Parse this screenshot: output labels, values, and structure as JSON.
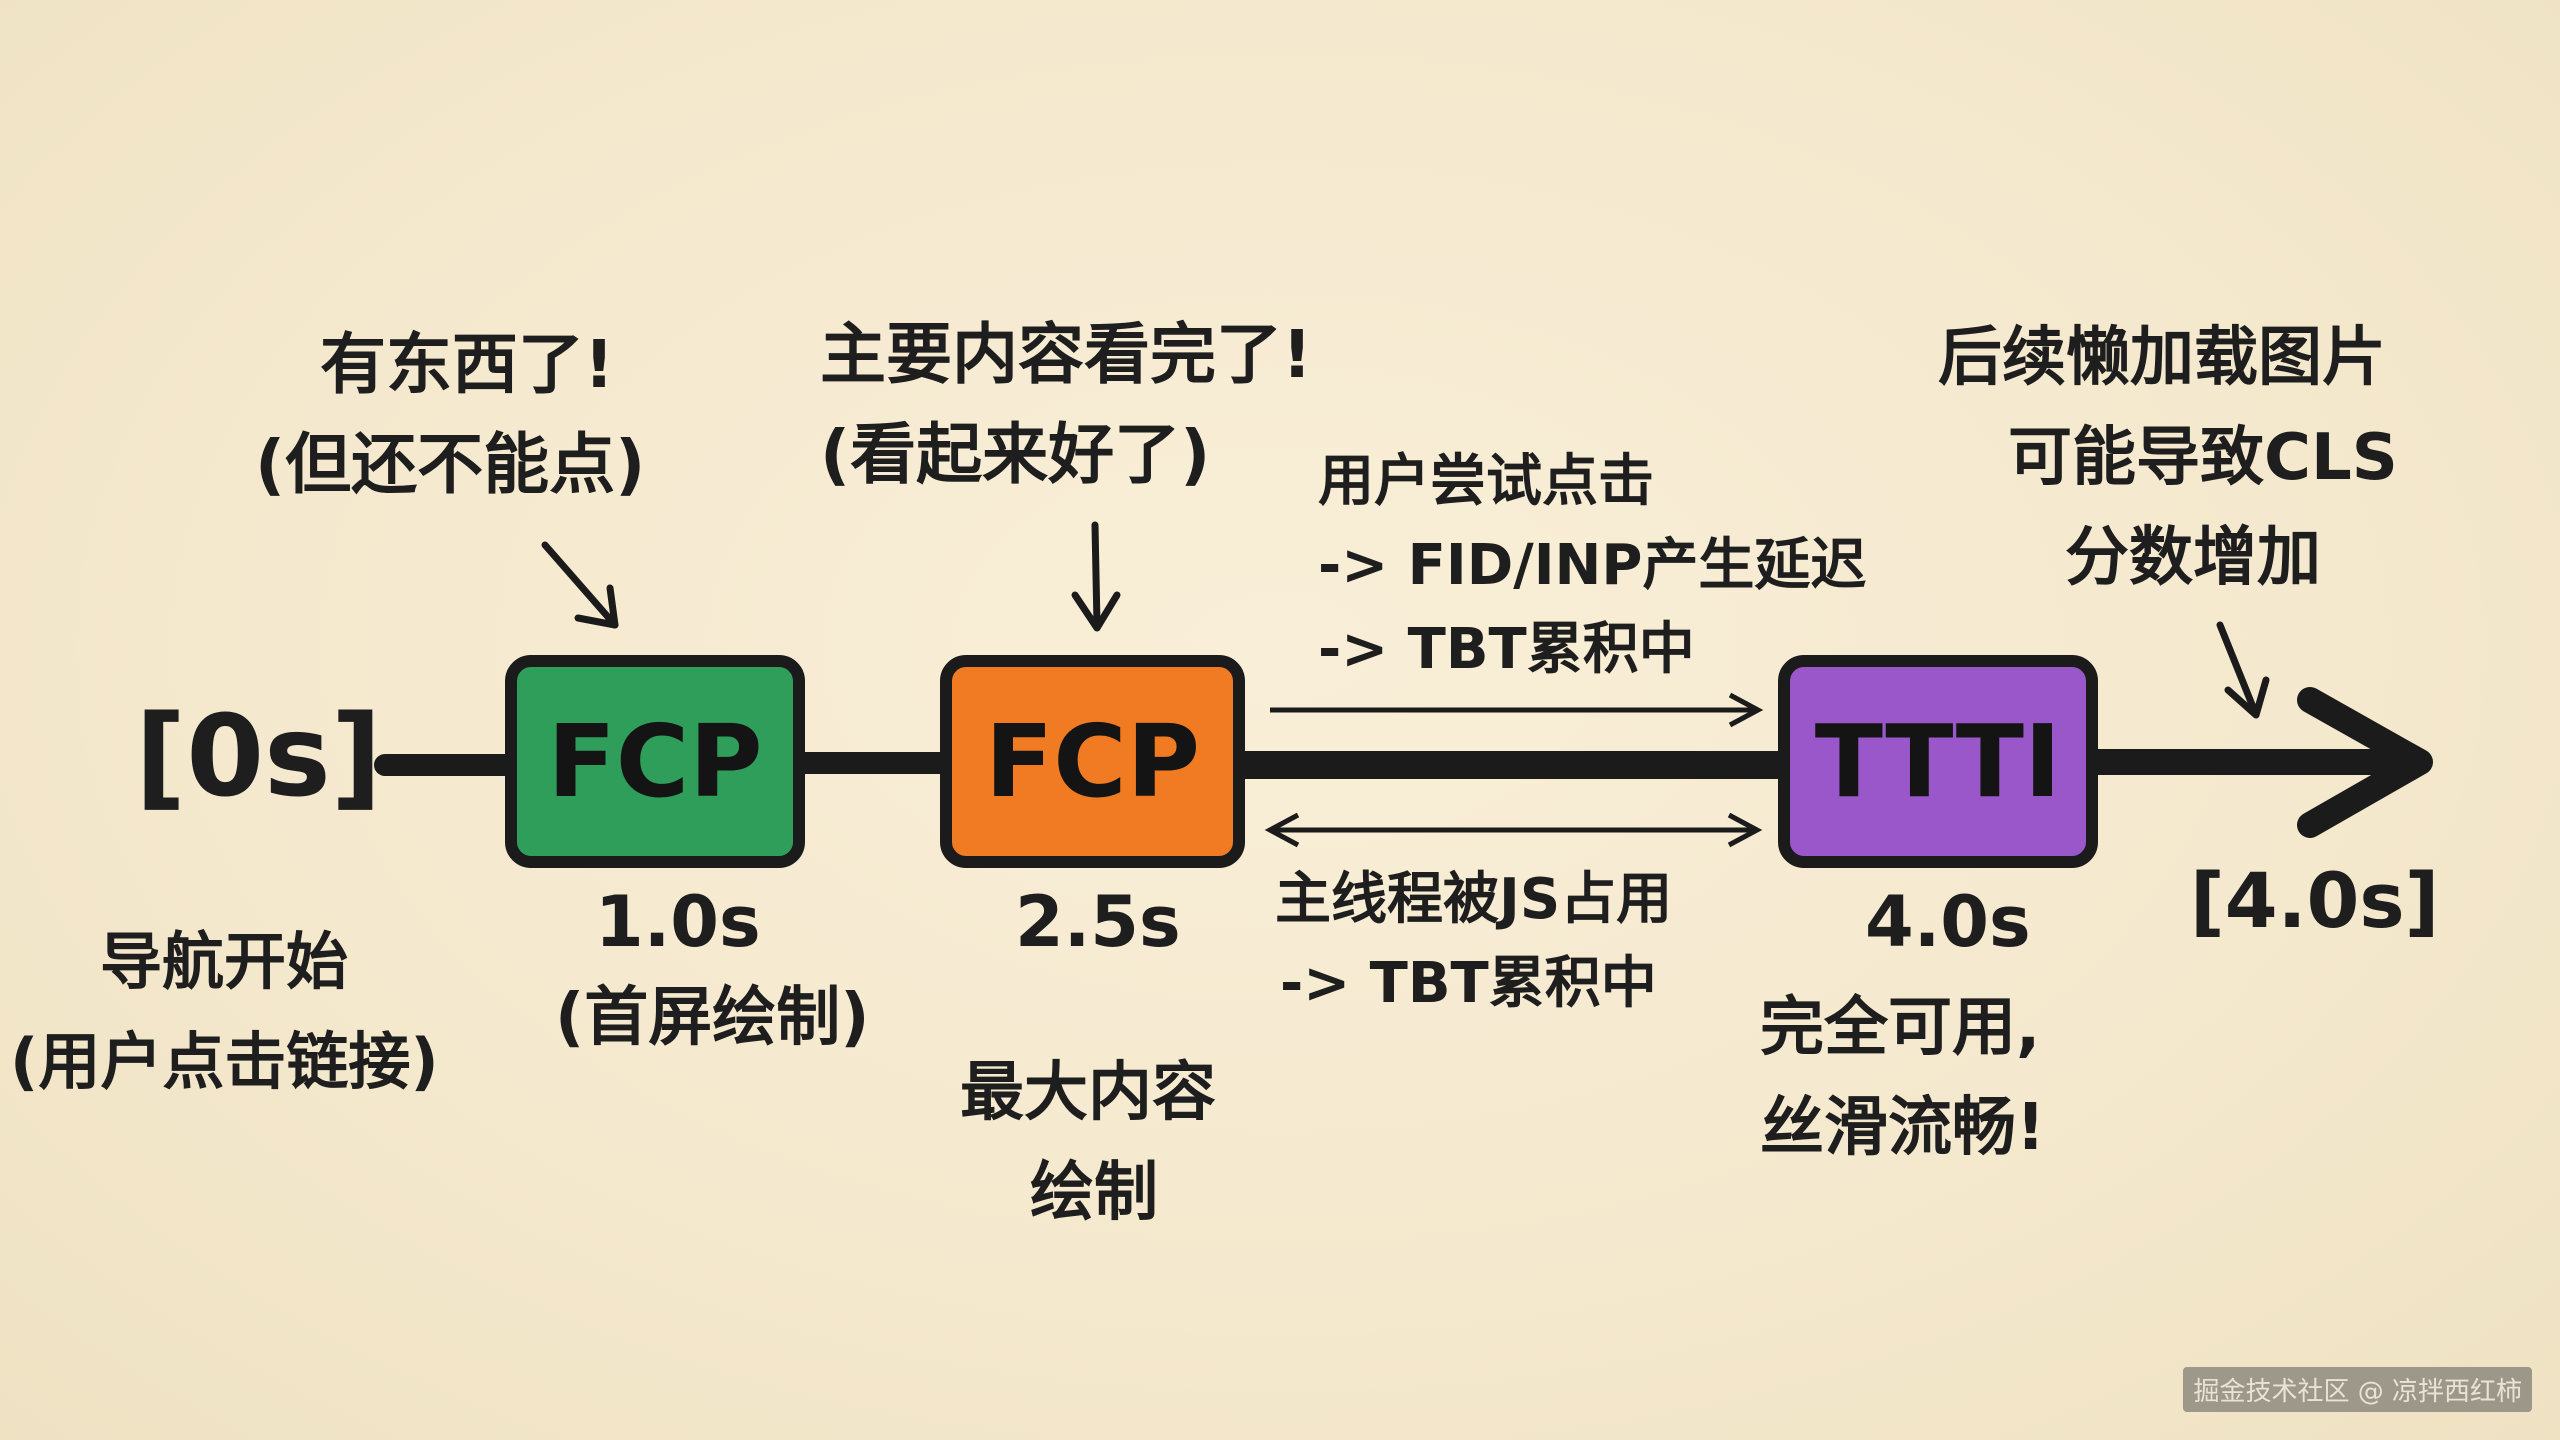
{
  "timeline": {
    "start_label": "[0s]",
    "end_label": "[4.0s]"
  },
  "nodes": [
    {
      "label": "FCP",
      "color": "#2f9e5a",
      "time": "1.0s"
    },
    {
      "label": "FCP",
      "color": "#f07b22",
      "time": "2.5s"
    },
    {
      "label": "TTTI",
      "color": "#9a57c9",
      "time": "4.0s"
    }
  ],
  "annotations": {
    "nav_start": [
      "导航开始",
      "(用户点击链接)"
    ],
    "fcp_note": [
      "有东西了!",
      "(但还不能点)"
    ],
    "fcp_desc": "(首屏绘制)",
    "lcp_note": [
      "主要内容看完了!",
      "(看起来好了)"
    ],
    "lcp_desc": [
      "最大内容",
      "绘制"
    ],
    "user_try": [
      "用户尝试点击",
      "-> FID/INP产生延迟",
      "-> TBT累积中"
    ],
    "main_thread": [
      "主线程被JS占用",
      "-> TBT累积中"
    ],
    "ttti_desc": [
      "完全可用,",
      "丝滑流畅!"
    ],
    "lazy_load": [
      "后续懒加载图片",
      "可能导致CLS",
      "分数增加"
    ]
  },
  "watermark": "掘金技术社区 @ 凉拌西红柿",
  "colors": {
    "background": "#f6ebd2",
    "ink": "#1b1b1b"
  }
}
